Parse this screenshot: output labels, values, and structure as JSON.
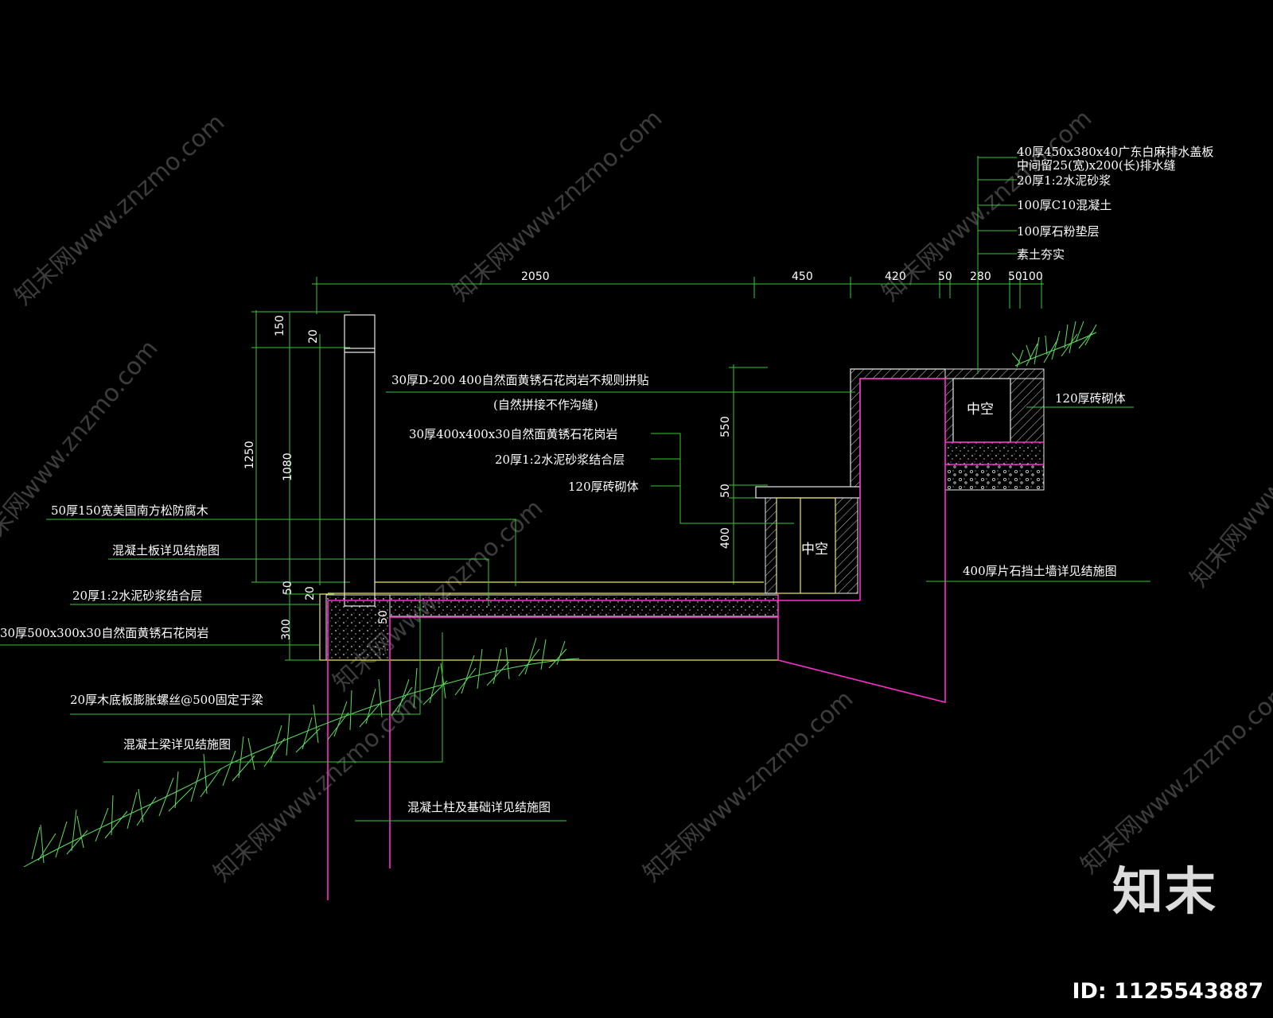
{
  "dimensions": {
    "top": [
      "2050",
      "450",
      "420",
      "50",
      "280",
      "50",
      "100"
    ],
    "left_outer": [
      "150",
      "1250",
      "50",
      "300"
    ],
    "left_inner": [
      "20",
      "1080",
      "20"
    ],
    "step": [
      "550",
      "50",
      "400"
    ],
    "footing": "50"
  },
  "labels": {
    "drain_cover_1": "40厚450x380x40广东白麻排水盖板",
    "drain_cover_2": "中间留25(宽)x200(长)排水缝",
    "drain_mortar": "20厚1:2水泥砂浆",
    "drain_concrete": "100厚C10混凝土",
    "drain_gravel": "100厚石粉垫层",
    "drain_soil": "素土夯实",
    "brick_right": "120厚砖砌体",
    "wall_top_1": "30厚D-200 400自然面黄锈石花岗岩不规则拼贴",
    "wall_top_2": "(自然拼接不作沟缝)",
    "step_granite": "30厚400x400x30自然面黄锈石花岗岩",
    "step_mortar": "20厚1:2水泥砂浆结合层",
    "step_brick": "120厚砖砌体",
    "wood": "50厚150宽美国南方松防腐木",
    "slab": "混凝土板详见结施图",
    "base_mortar": "20厚1:2水泥砂浆结合层",
    "base_granite": "30厚500x300x30自然面黄锈石花岗岩",
    "bolt": "20厚木底板膨胀螺丝@500固定于梁",
    "beam": "混凝土梁详见结施图",
    "column": "混凝土柱及基础详见结施图",
    "retaining": "400厚片石挡土墙详见结施图",
    "hollow": "中空"
  },
  "watermark": "知末网www.znzmo.com",
  "brand": "知末",
  "image_id": "ID: 1125543887",
  "colors": {
    "background": "#000000",
    "dimension_line": "#39c739",
    "structure_line": "#e8e860",
    "outline": "#e8e8e8",
    "structural_ref": "#ff2ecf",
    "grass": "#5ee05e",
    "text": "#ffffff"
  }
}
